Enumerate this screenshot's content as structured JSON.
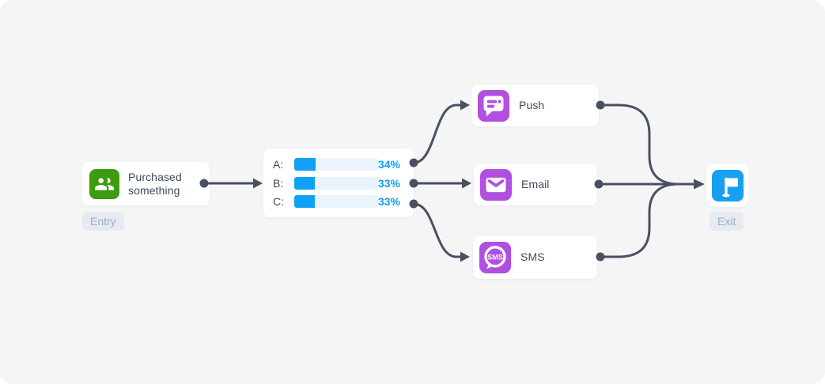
{
  "colors": {
    "canvas-bg": "#f5f5f6",
    "card-bg": "#ffffff",
    "text-dark": "#3f4b59",
    "connector": "#475160",
    "entry-green": "#3e9b0f",
    "channel-purple": "#b04fe0",
    "exit-blue": "#17a0f2",
    "bar-fill": "#0fa1f5",
    "bar-track": "#ebf4fc",
    "pct-text": "#0a9ff5",
    "badge-bg": "#e6eaf1",
    "badge-text": "#9daecb"
  },
  "entry": {
    "title": "Purchased something",
    "badge": "Entry",
    "icon": "people-icon"
  },
  "split": {
    "rows": [
      {
        "label": "A:",
        "percent": "34%",
        "value": 34,
        "fill_pct": 26
      },
      {
        "label": "B:",
        "percent": "33%",
        "value": 33,
        "fill_pct": 25
      },
      {
        "label": "C:",
        "percent": "33%",
        "value": 33,
        "fill_pct": 25
      }
    ]
  },
  "channels": [
    {
      "label": "Push",
      "icon": "push-notification-icon"
    },
    {
      "label": "Email",
      "icon": "email-icon"
    },
    {
      "label": "SMS",
      "icon": "sms-icon"
    }
  ],
  "exit": {
    "badge": "Exit",
    "icon": "flag-icon"
  }
}
